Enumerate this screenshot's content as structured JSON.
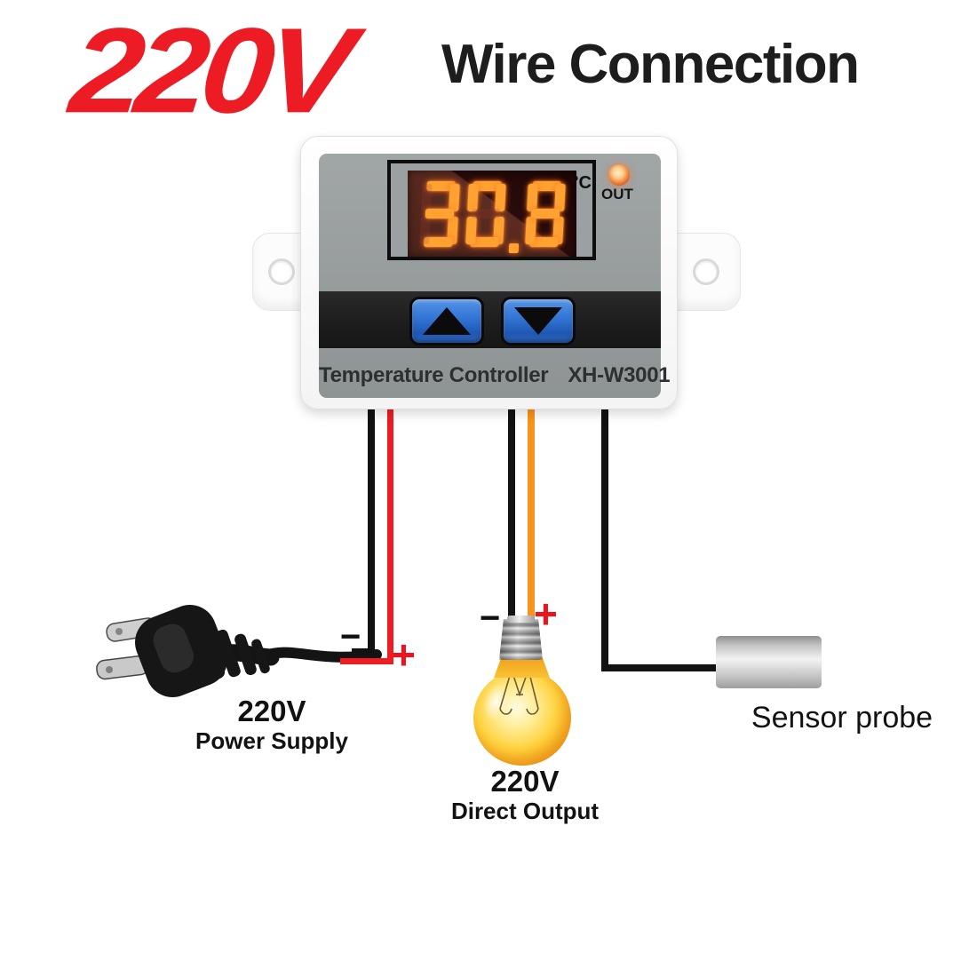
{
  "header": {
    "voltage_badge": "220V",
    "title": "Wire Connection"
  },
  "controller": {
    "display_value": "30.8",
    "display_unit": "°C",
    "led_label": "OUT",
    "device_name": "Temperature Controller",
    "device_model": "XH-W3001"
  },
  "power_supply": {
    "minus": "−",
    "plus": "+",
    "voltage": "220V",
    "label": "Power Supply"
  },
  "direct_output": {
    "minus": "−",
    "plus": "+",
    "voltage": "220V",
    "label": "Direct Output"
  },
  "sensor": {
    "label": "Sensor probe"
  },
  "colors": {
    "accent_red": "#ed1c24",
    "wire_red": "#ee1c23",
    "wire_orange": "#f7941d",
    "wire_black": "#121212",
    "digit_orange": "#ffa232",
    "button_blue": "#3476d6",
    "led_orange": "#f08d42"
  }
}
